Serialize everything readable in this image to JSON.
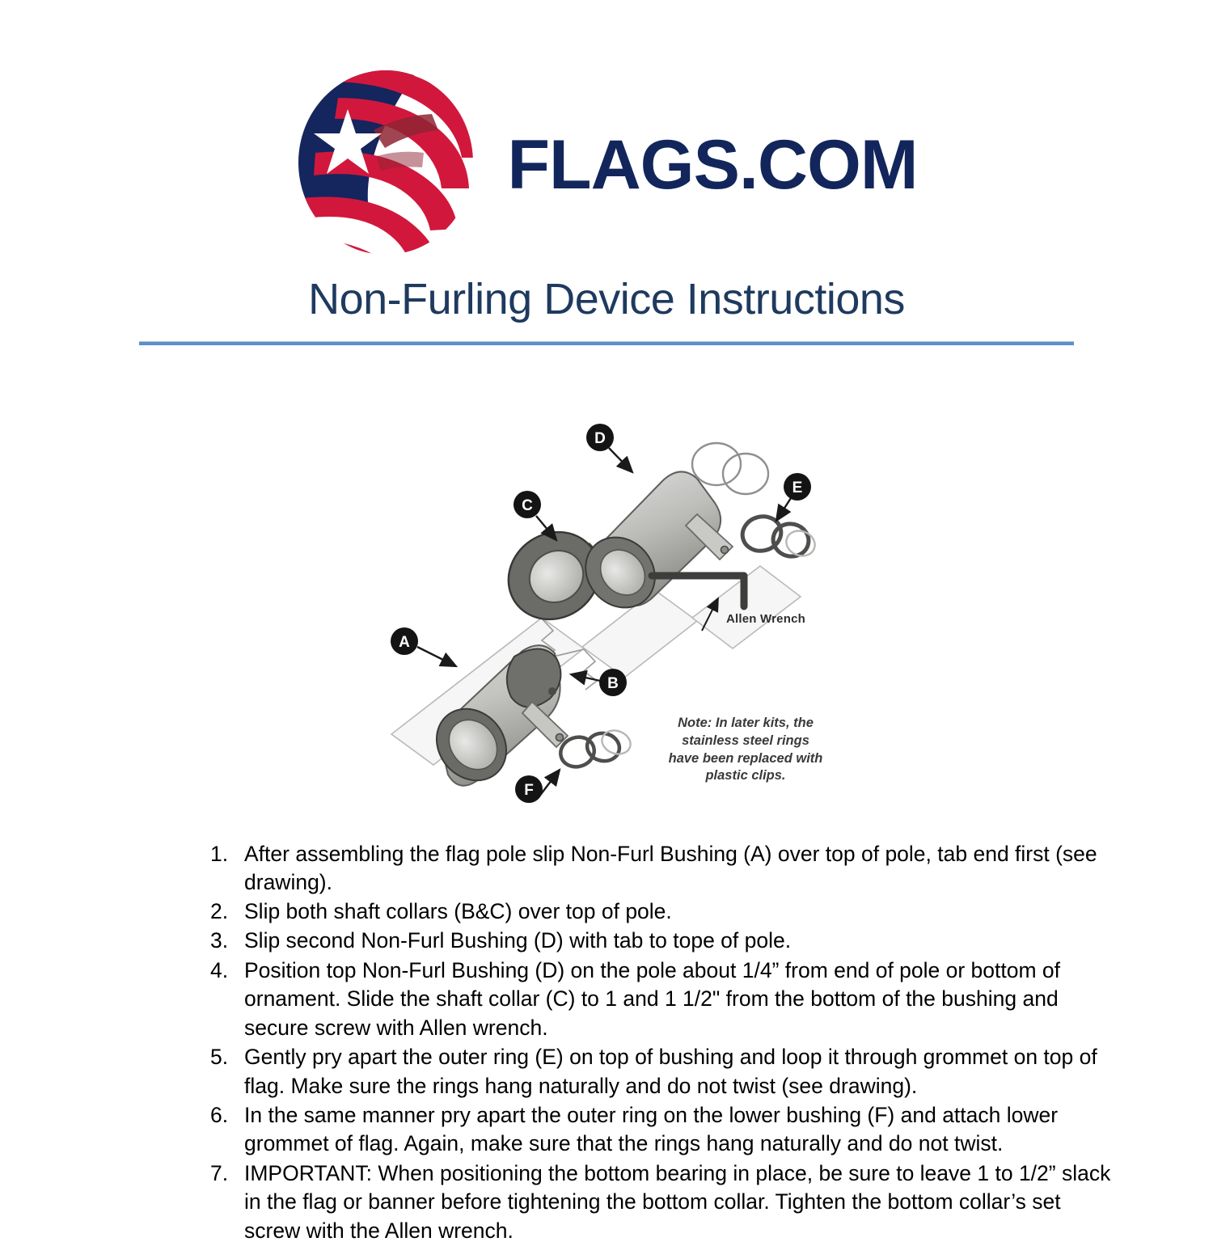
{
  "brand": {
    "wordmark": "FLAGS.COM",
    "navy": "#12265c",
    "red": "#d1183c",
    "white": "#ffffff"
  },
  "title": {
    "text": "Non-Furling Device Instructions",
    "color": "#1f3a5f",
    "rule_color": "#5b8fc9"
  },
  "diagram": {
    "callouts": [
      {
        "id": "A",
        "label": "A"
      },
      {
        "id": "B",
        "label": "B"
      },
      {
        "id": "C",
        "label": "C"
      },
      {
        "id": "D",
        "label": "D"
      },
      {
        "id": "E",
        "label": "E"
      },
      {
        "id": "F",
        "label": "F"
      }
    ],
    "wrench_label": "Allen Wrench",
    "note": "Note:  In later kits, the\nstainless steel rings\nhave been replaced with\nplastic clips."
  },
  "steps": [
    {
      "num": "1.",
      "text": "After assembling the flag pole slip Non-Furl Bushing (A) over top of pole, tab end first (see drawing)."
    },
    {
      "num": "2.",
      "text": "Slip both shaft collars (B&C) over top of pole."
    },
    {
      "num": "3.",
      "text": "Slip second Non-Furl Bushing (D) with tab to tope of pole."
    },
    {
      "num": "4.",
      "text": "Position top Non-Furl Bushing (D) on the pole about 1/4” from end of pole or bottom of ornament. Slide the shaft collar (C) to 1 and 1 1/2\" from the bottom of the bushing and secure screw with Allen wrench."
    },
    {
      "num": "5.",
      "text": "Gently pry apart the outer ring (E) on top of bushing and loop it through grommet on top of flag. Make sure the rings hang naturally and do not twist (see drawing)."
    },
    {
      "num": "6.",
      "text": "In the same manner pry apart the outer ring on the lower bushing (F) and attach lower grommet of flag. Again, make sure that the rings hang naturally and do not twist."
    },
    {
      "num": "7.",
      "text": "IMPORTANT: When positioning the bottom bearing in place, be sure to leave 1 to 1/2” slack in the flag or banner before tightening the bottom collar. Tighten the bottom collar’s set screw with the Allen wrench."
    }
  ]
}
